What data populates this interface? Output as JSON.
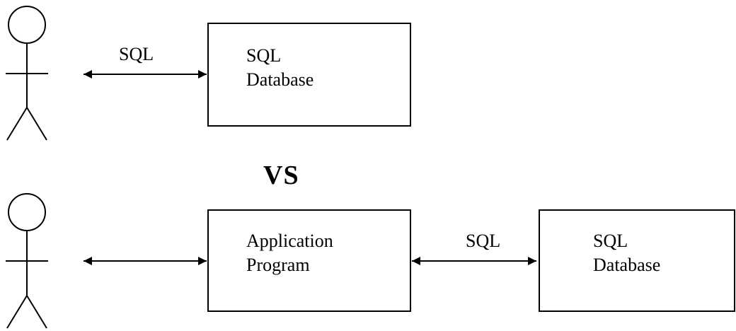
{
  "top": {
    "edge_label": "SQL",
    "database_label": [
      "SQL",
      "Database"
    ]
  },
  "separator": "VS",
  "bottom": {
    "program_label": [
      "Application",
      "Program"
    ],
    "edge_label": "SQL",
    "database_label": [
      "SQL",
      "Database"
    ]
  }
}
